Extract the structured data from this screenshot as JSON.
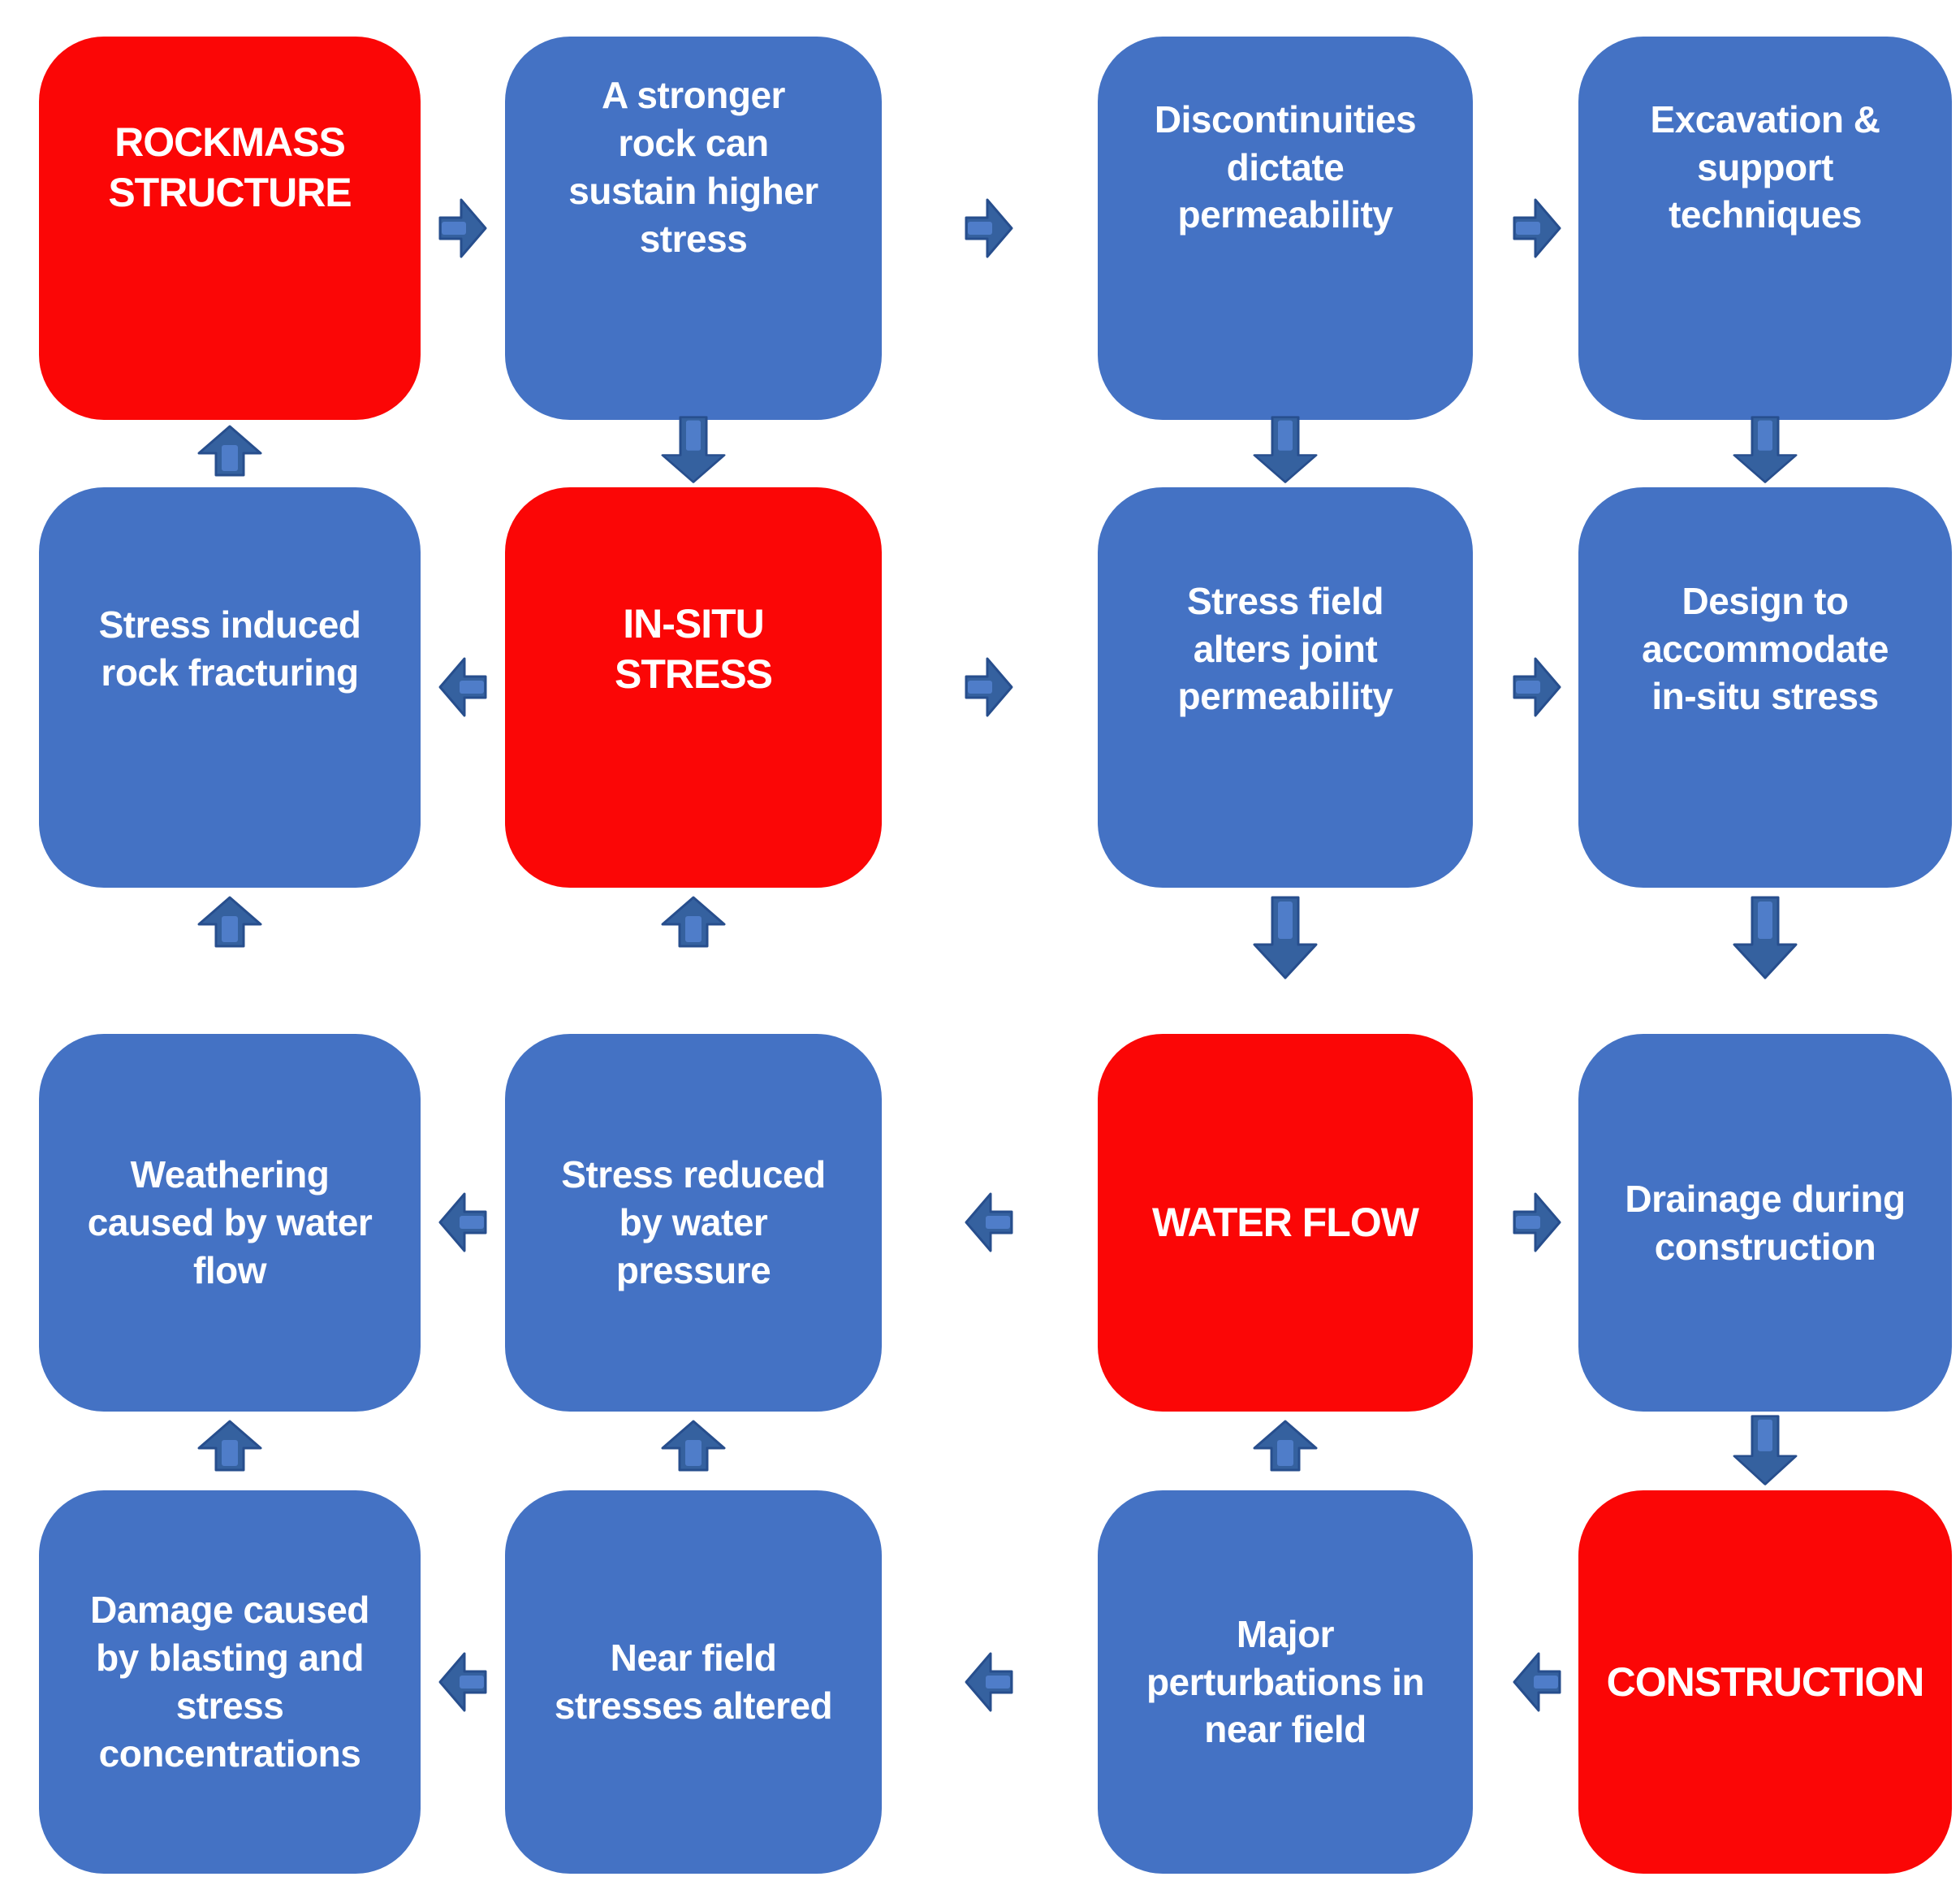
{
  "diagram": {
    "background": "#FFFFFF",
    "colors": {
      "blue_node": "#4472C4",
      "red_node": "#FB0606",
      "node_text": "#FFFFFF",
      "arrow_body": "#35619F",
      "arrow_highlight": "#4F7DC9",
      "arrow_outline": "#274E8D"
    },
    "boxes": [
      {
        "id": "rockmass-structure",
        "label": "ROCKMASS STRUCTURE",
        "color": "red",
        "row": 1,
        "col": 1
      },
      {
        "id": "stronger-rock",
        "label": "A stronger rock can sustain higher stress",
        "color": "blue",
        "row": 1,
        "col": 2
      },
      {
        "id": "discontinuities",
        "label": "Discontinuities dictate permeability",
        "color": "blue",
        "row": 1,
        "col": 3
      },
      {
        "id": "excavation",
        "label": "Excavation & support techniques",
        "color": "blue",
        "row": 1,
        "col": 4
      },
      {
        "id": "stress-induced",
        "label": "Stress induced rock fracturing",
        "color": "blue",
        "row": 2,
        "col": 1
      },
      {
        "id": "in-situ-stress",
        "label": "IN-SITU STRESS",
        "color": "red",
        "row": 2,
        "col": 2
      },
      {
        "id": "stress-field",
        "label": "Stress field alters joint permeability",
        "color": "blue",
        "row": 2,
        "col": 3
      },
      {
        "id": "design",
        "label": "Design to accommodate in-situ stress",
        "color": "blue",
        "row": 2,
        "col": 4
      },
      {
        "id": "weathering",
        "label": "Weathering caused by water flow",
        "color": "blue",
        "row": 3,
        "col": 1
      },
      {
        "id": "stress-reduced",
        "label": "Stress reduced by water pressure",
        "color": "blue",
        "row": 3,
        "col": 2
      },
      {
        "id": "water-flow",
        "label": "WATER FLOW",
        "color": "red",
        "row": 3,
        "col": 3
      },
      {
        "id": "drainage",
        "label": "Drainage during construction",
        "color": "blue",
        "row": 3,
        "col": 4
      },
      {
        "id": "damage",
        "label": "Damage caused by blasting and stress concentrations",
        "color": "blue",
        "row": 4,
        "col": 1
      },
      {
        "id": "near-field",
        "label": "Near field stresses altered",
        "color": "blue",
        "row": 4,
        "col": 2
      },
      {
        "id": "major-perturbations",
        "label": "Major perturbations in near field",
        "color": "blue",
        "row": 4,
        "col": 3
      },
      {
        "id": "construction",
        "label": "CONSTRUCTION",
        "color": "red",
        "row": 4,
        "col": 4
      }
    ],
    "arrows": [
      {
        "id": "a1",
        "dir": "right",
        "from": "rockmass-structure",
        "to": "stronger-rock"
      },
      {
        "id": "a2",
        "dir": "right",
        "from": "stronger-rock",
        "to": "discontinuities"
      },
      {
        "id": "a3",
        "dir": "right",
        "from": "discontinuities",
        "to": "excavation"
      },
      {
        "id": "a4",
        "dir": "up",
        "from": "stress-induced",
        "to": "rockmass-structure"
      },
      {
        "id": "a5",
        "dir": "down",
        "from": "stronger-rock",
        "to": "in-situ-stress"
      },
      {
        "id": "a6",
        "dir": "down",
        "from": "discontinuities",
        "to": "stress-field"
      },
      {
        "id": "a7",
        "dir": "down",
        "from": "excavation",
        "to": "design"
      },
      {
        "id": "a8",
        "dir": "left",
        "from": "in-situ-stress",
        "to": "stress-induced"
      },
      {
        "id": "a9",
        "dir": "right",
        "from": "in-situ-stress",
        "to": "stress-field"
      },
      {
        "id": "a10",
        "dir": "right",
        "from": "stress-field",
        "to": "design"
      },
      {
        "id": "a11",
        "dir": "up",
        "from": "weathering",
        "to": "stress-induced"
      },
      {
        "id": "a12",
        "dir": "up",
        "from": "stress-reduced",
        "to": "in-situ-stress"
      },
      {
        "id": "a13",
        "dir": "down",
        "from": "stress-field",
        "to": "water-flow"
      },
      {
        "id": "a14",
        "dir": "down",
        "from": "design",
        "to": "drainage"
      },
      {
        "id": "a15",
        "dir": "left",
        "from": "stress-reduced",
        "to": "weathering"
      },
      {
        "id": "a16",
        "dir": "left",
        "from": "water-flow",
        "to": "stress-reduced"
      },
      {
        "id": "a17",
        "dir": "right",
        "from": "water-flow",
        "to": "drainage"
      },
      {
        "id": "a18",
        "dir": "up",
        "from": "damage",
        "to": "weathering"
      },
      {
        "id": "a19",
        "dir": "up",
        "from": "near-field",
        "to": "stress-reduced"
      },
      {
        "id": "a20",
        "dir": "up",
        "from": "major-perturbations",
        "to": "water-flow"
      },
      {
        "id": "a21",
        "dir": "down",
        "from": "drainage",
        "to": "construction"
      },
      {
        "id": "a22",
        "dir": "left",
        "from": "near-field",
        "to": "damage"
      },
      {
        "id": "a23",
        "dir": "left",
        "from": "major-perturbations",
        "to": "near-field"
      },
      {
        "id": "a24",
        "dir": "left",
        "from": "construction",
        "to": "major-perturbations"
      }
    ]
  }
}
